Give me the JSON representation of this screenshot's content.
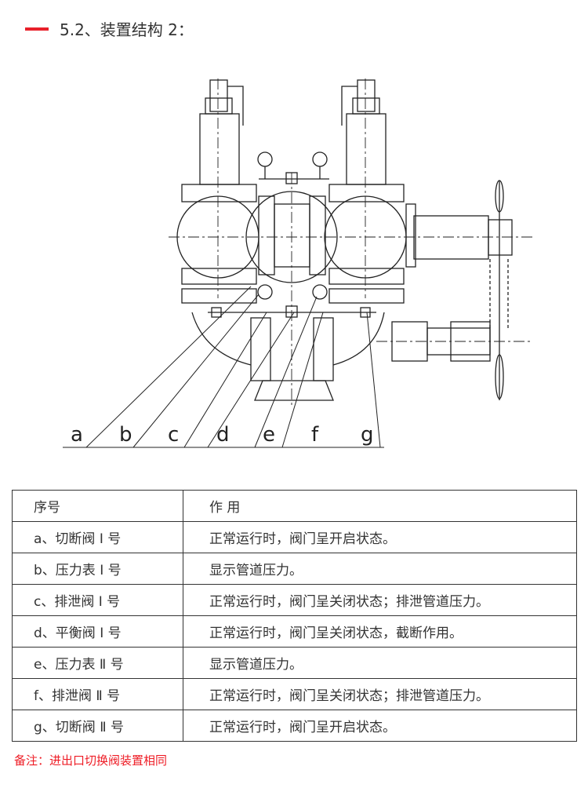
{
  "header": {
    "title": "5.2、装置结构 2："
  },
  "diagram": {
    "labels": [
      "a",
      "b",
      "c",
      "d",
      "e",
      "f",
      "g"
    ]
  },
  "table": {
    "headers": [
      "序号",
      "作 用"
    ],
    "rows": [
      [
        "a、切断阀 Ⅰ 号",
        "正常运行时，阀门呈开启状态。"
      ],
      [
        "b、压力表 Ⅰ 号",
        "显示管道压力。"
      ],
      [
        "c、排泄阀 Ⅰ 号",
        "正常运行时，阀门呈关闭状态；排泄管道压力。"
      ],
      [
        "d、平衡阀 Ⅰ 号",
        "正常运行时，阀门呈关闭状态，截断作用。"
      ],
      [
        "e、压力表 Ⅱ 号",
        "显示管道压力。"
      ],
      [
        "f、排泄阀 Ⅱ 号",
        "正常运行时，阀门呈关闭状态；排泄管道压力。"
      ],
      [
        "g、切断阀 Ⅱ 号",
        "正常运行时，阀门呈开启状态。"
      ]
    ]
  },
  "note": "备注：进出口切换阀装置相同"
}
